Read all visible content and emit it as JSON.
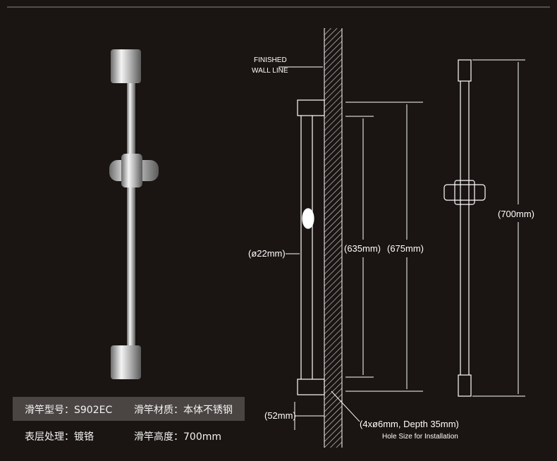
{
  "specs": {
    "model_label": "滑竿型号：S902EC",
    "material_label": "滑竿材质：本体不锈钢",
    "finish_label": "表层处理：镀铬",
    "height_label": "滑竿高度：700mm"
  },
  "diagram": {
    "wall_note_line1": "FINISHED",
    "wall_note_line2": "WALL LINE",
    "diameter": "(ø22mm)",
    "dim_635": "(635mm)",
    "dim_675": "(675mm)",
    "dim_700": "(700mm)",
    "dim_52": "(52mm)",
    "hole_spec": "(4xø6mm, Depth 35mm)",
    "hole_note": "Hole Size for Installation"
  }
}
